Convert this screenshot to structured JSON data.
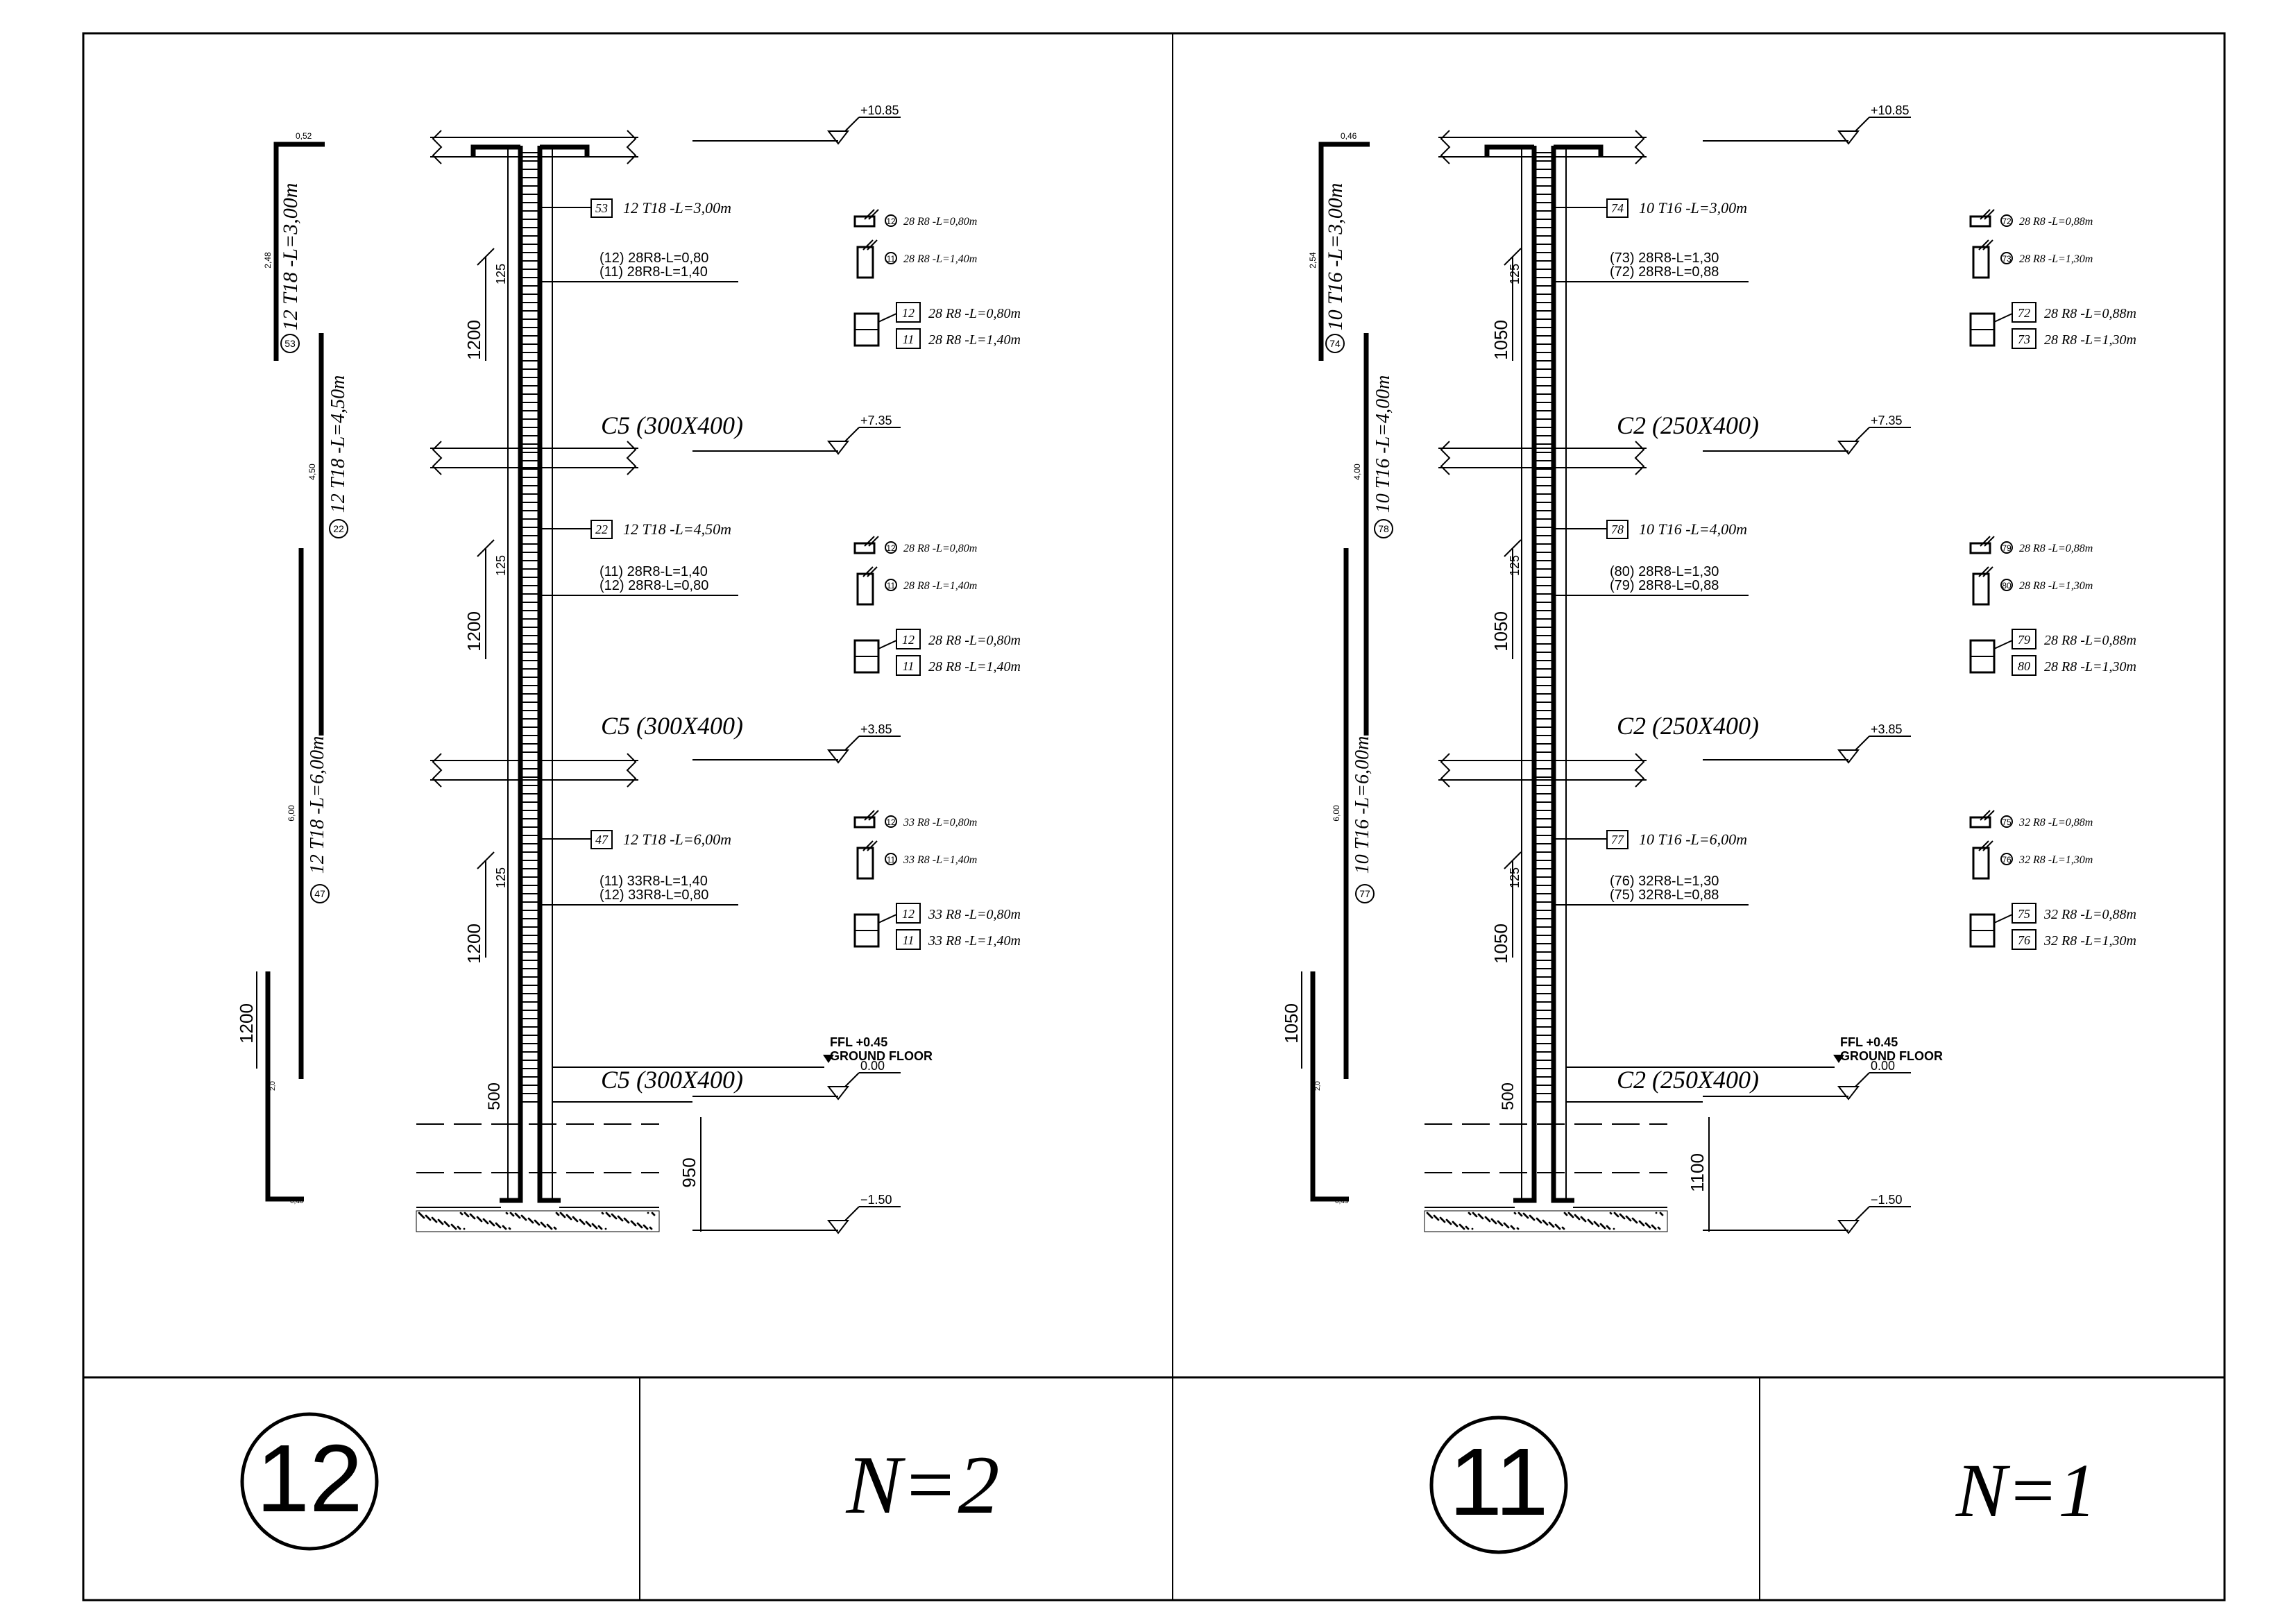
{
  "drawings": [
    {
      "key": "left",
      "sheet_number": "12",
      "quantity": "N=2",
      "levels": {
        "top": "+10.85",
        "l2": "+7.35",
        "l1": "+3.85",
        "ffl": "FFL    +0.45",
        "ground": "GROUND FLOOR",
        "zero": "0.00",
        "bottom": "−1.50"
      },
      "column_labels": {
        "c1": "C5  (300X400)",
        "c2": "C5  (300X400)",
        "c3": "C5  (300X400)"
      },
      "bar_tags": {
        "top": "53",
        "mid": "22",
        "low": "47"
      },
      "bar_texts": {
        "top": "12 T18 -L=3,00m",
        "mid": "12 T18 -L=4,50m",
        "low": "12 T18 -L=6,00m"
      },
      "stirrup_callouts": {
        "s1a": "(12) 28R8-L=0,80",
        "s1b": "(11) 28R8-L=1,40",
        "s2a": "(11) 28R8-L=1,40",
        "s2b": "(12) 28R8-L=0,80",
        "s3a": "(11) 33R8-L=1,40",
        "s3b": "(12) 33R8-L=0,80"
      },
      "dims": {
        "d1": "1200",
        "d2": "1200",
        "d3": "1200",
        "p1": "125",
        "p2": "125",
        "p3": "125",
        "base": "500",
        "found": "950"
      },
      "schedule": [
        {
          "n1": "12",
          "t1": "28 R8 -L=0,80m",
          "n2": "11",
          "t2": "28 R8 -L=1,40m",
          "b1": "12",
          "bt1": "28 R8 -L=0,80m",
          "b2": "11",
          "bt2": "28 R8 -L=1,40m"
        },
        {
          "n1": "12",
          "t1": "28 R8 -L=0,80m",
          "n2": "11",
          "t2": "28 R8 -L=1,40m",
          "b1": "12",
          "bt1": "28 R8 -L=0,80m",
          "b2": "11",
          "bt2": "28 R8 -L=1,40m"
        },
        {
          "n1": "12",
          "t1": "33 R8 -L=0,80m",
          "n2": "11",
          "t2": "33 R8 -L=1,40m",
          "b1": "12",
          "bt1": "33 R8 -L=0,80m",
          "b2": "11",
          "bt2": "33 R8 -L=1,40m"
        }
      ],
      "side_bars": {
        "b1": "12 T18 -L=3,00m",
        "b1n": "53",
        "b1top": "0,52",
        "b1len": "2,48",
        "b2": "12 T18 -L=4,50m",
        "b2n": "22",
        "b2len": "4,50",
        "b3": "12 T18 -L=6,00m",
        "b3n": "47",
        "b3len": "6,00",
        "b3dim": "1200",
        "b3s": "2,0",
        "b3bot": "0,40"
      }
    },
    {
      "key": "right",
      "sheet_number": "11",
      "quantity": "N=1",
      "levels": {
        "top": "+10.85",
        "l2": "+7.35",
        "l1": "+3.85",
        "ffl": "FFL    +0.45",
        "ground": "GROUND FLOOR",
        "zero": "0.00",
        "bottom": "−1.50"
      },
      "column_labels": {
        "c1": "C2  (250X400)",
        "c2": "C2  (250X400)",
        "c3": "C2  (250X400)"
      },
      "bar_tags": {
        "top": "74",
        "mid": "78",
        "low": "77"
      },
      "bar_texts": {
        "top": "10 T16 -L=3,00m",
        "mid": "10 T16 -L=4,00m",
        "low": "10 T16 -L=6,00m"
      },
      "stirrup_callouts": {
        "s1a": "(73) 28R8-L=1,30",
        "s1b": "(72) 28R8-L=0,88",
        "s2a": "(80) 28R8-L=1,30",
        "s2b": "(79) 28R8-L=0,88",
        "s3a": "(76) 32R8-L=1,30",
        "s3b": "(75) 32R8-L=0,88"
      },
      "dims": {
        "d1": "1050",
        "d2": "1050",
        "d3": "1050",
        "p1": "125",
        "p2": "125",
        "p3": "125",
        "base": "500",
        "found": "1100"
      },
      "schedule": [
        {
          "n1": "72",
          "t1": "28 R8 -L=0,88m",
          "n2": "73",
          "t2": "28 R8 -L=1,30m",
          "b1": "72",
          "bt1": "28 R8 -L=0,88m",
          "b2": "73",
          "bt2": "28 R8 -L=1,30m"
        },
        {
          "n1": "79",
          "t1": "28 R8 -L=0,88m",
          "n2": "80",
          "t2": "28 R8 -L=1,30m",
          "b1": "79",
          "bt1": "28 R8 -L=0,88m",
          "b2": "80",
          "bt2": "28 R8 -L=1,30m"
        },
        {
          "n1": "75",
          "t1": "32 R8 -L=0,88m",
          "n2": "76",
          "t2": "32 R8 -L=1,30m",
          "b1": "75",
          "bt1": "32 R8 -L=0,88m",
          "b2": "76",
          "bt2": "32 R8 -L=1,30m"
        }
      ],
      "side_bars": {
        "b1": "10 T16 -L=3,00m",
        "b1n": "74",
        "b1top": "0,46",
        "b1len": "2,54",
        "b2": "10 T16 -L=4,00m",
        "b2n": "78",
        "b2len": "4,00",
        "b3": "10 T16 -L=6,00m",
        "b3n": "77",
        "b3len": "6,00",
        "b3dim": "1050",
        "b3s": "2,0",
        "b3bot": "0,49"
      }
    }
  ]
}
